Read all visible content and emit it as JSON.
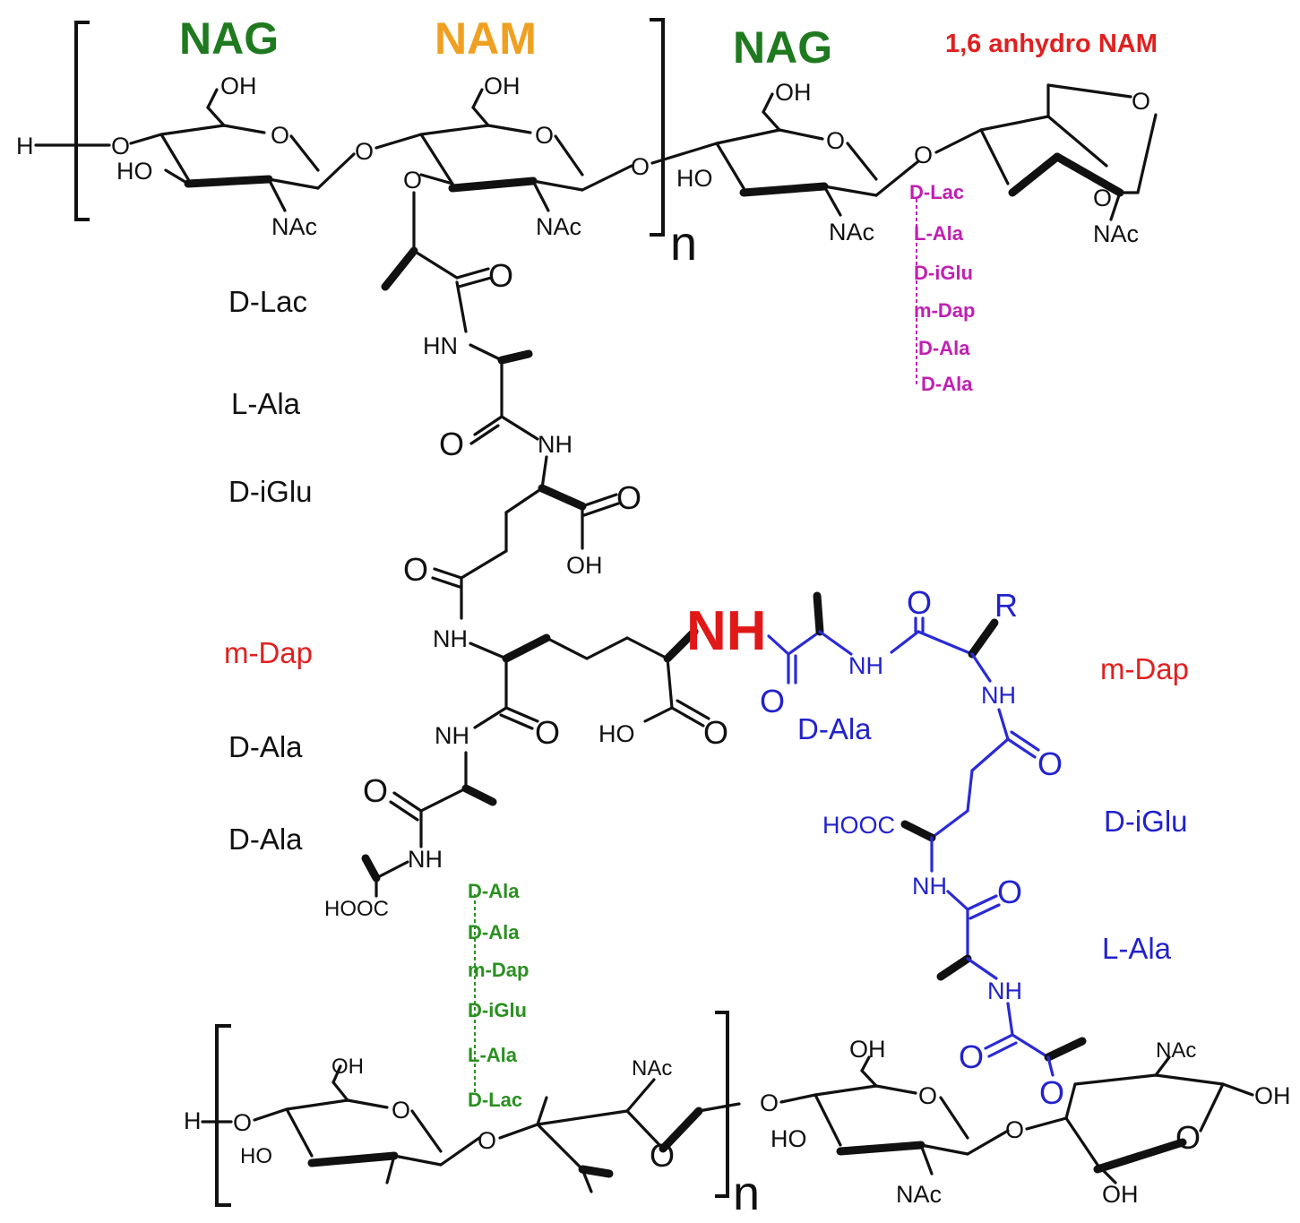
{
  "titles": {
    "nag_left": "NAG",
    "nam": "NAM",
    "nag_right": "NAG",
    "anhydro_nam": "1,6 anhydro NAM",
    "nag_color": "#1f7a1f",
    "nam_color": "#f0a020"
  },
  "stem_left": {
    "labels": [
      "D-Lac",
      "L-Ala",
      "D-iGlu",
      "m-Dap",
      "D-Ala",
      "D-Ala"
    ],
    "m_dap_color": "#e02020"
  },
  "stem_right": {
    "labels": [
      "m-Dap",
      "D-iGlu",
      "L-Ala"
    ],
    "d_ala": "D-Ala"
  },
  "crosslink_nh": "NH",
  "anhydro_chain": [
    "D-Lac",
    "L-Ala",
    "D-iGlu",
    "m-Dap",
    "D-Ala",
    "D-Ala"
  ],
  "bottom_chain": [
    "D-Ala",
    "D-Ala",
    "m-Dap",
    "D-iGlu",
    "L-Ala",
    "D-Lac"
  ],
  "atoms": {
    "H": "H",
    "O": "O",
    "OH": "OH",
    "HO": "HO",
    "NAc": "NAc",
    "HN": "HN",
    "NH": "NH",
    "HOOC": "HOOC",
    "R": "R",
    "n": "n"
  }
}
